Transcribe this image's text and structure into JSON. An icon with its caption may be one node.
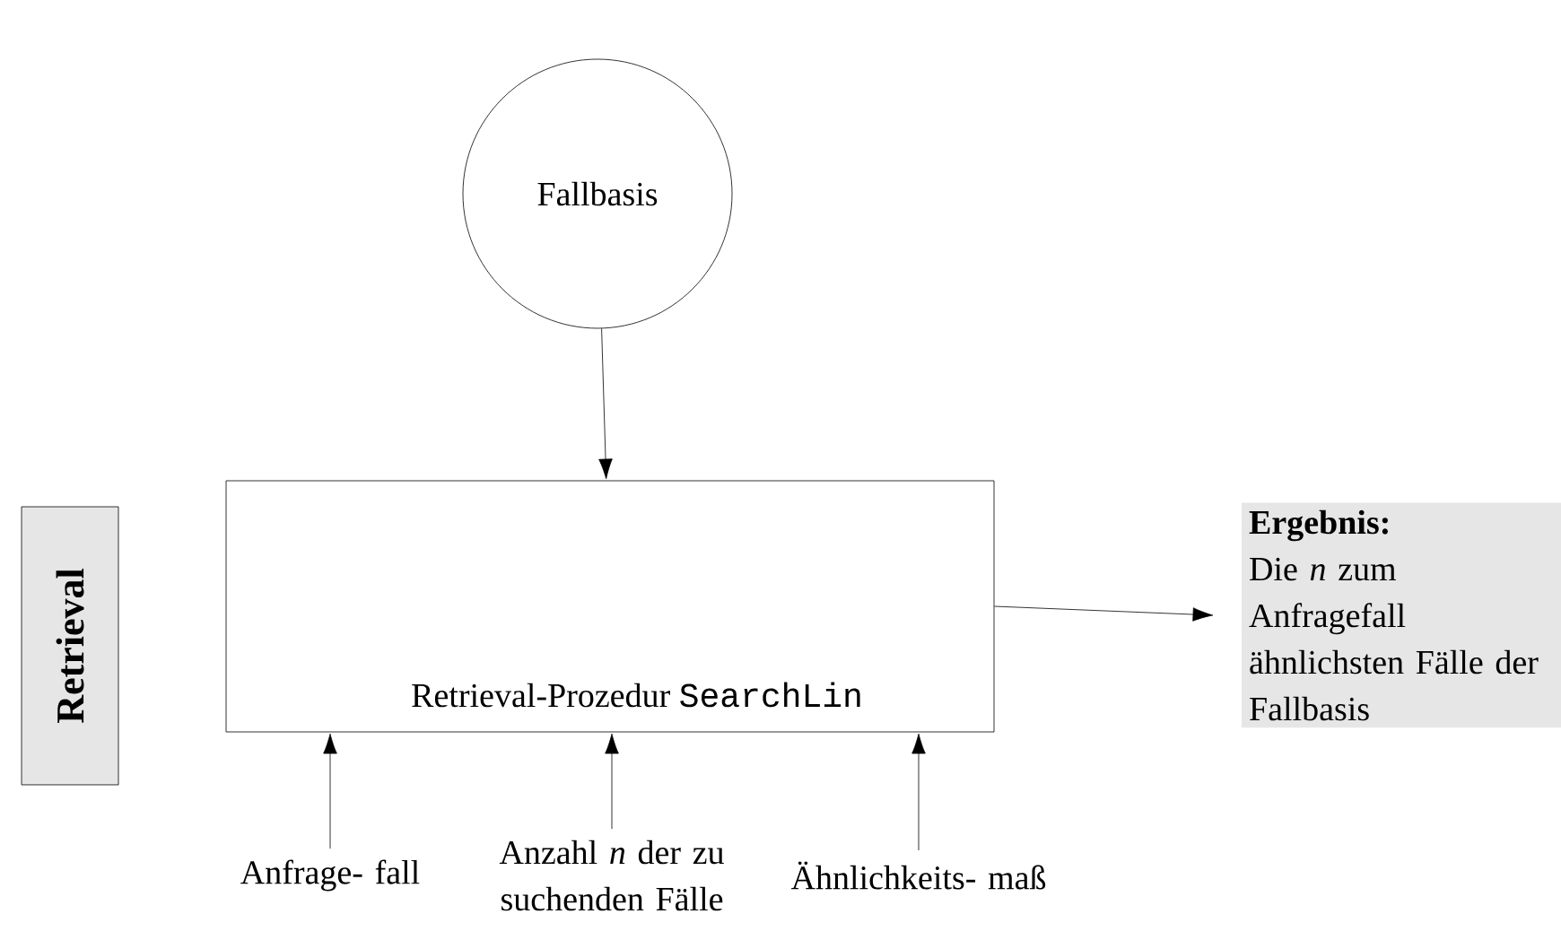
{
  "diagram": {
    "nodes": [
      {
        "text": [
          "Retrieval"
        ]
      },
      {
        "text": [
          "Fallbasis"
        ]
      },
      {
        "text": [
          "Retrieval-Prozedur",
          "SearchLin"
        ]
      },
      {
        "text": [
          "Ergebnis:",
          "Die *n* zum Anfragefall ähnlichsten Fälle der Fallbasis"
        ]
      },
      {
        "text": [
          "Anfrage- fall"
        ]
      },
      {
        "text": [
          "Anzahl *n* der zu suchenden Fälle"
        ]
      },
      {
        "text": [
          "Ähnlichkeits- maß"
        ]
      }
    ],
    "edges": [
      {
        "from": 1,
        "to": 2,
        "arrow": "to"
      },
      {
        "from": 2,
        "to": 3,
        "arrow": "to"
      },
      {
        "from": 4,
        "to": 2,
        "arrow": "to"
      },
      {
        "from": 5,
        "to": 2,
        "arrow": "to"
      },
      {
        "from": 6,
        "to": 2,
        "arrow": "to"
      }
    ]
  }
}
